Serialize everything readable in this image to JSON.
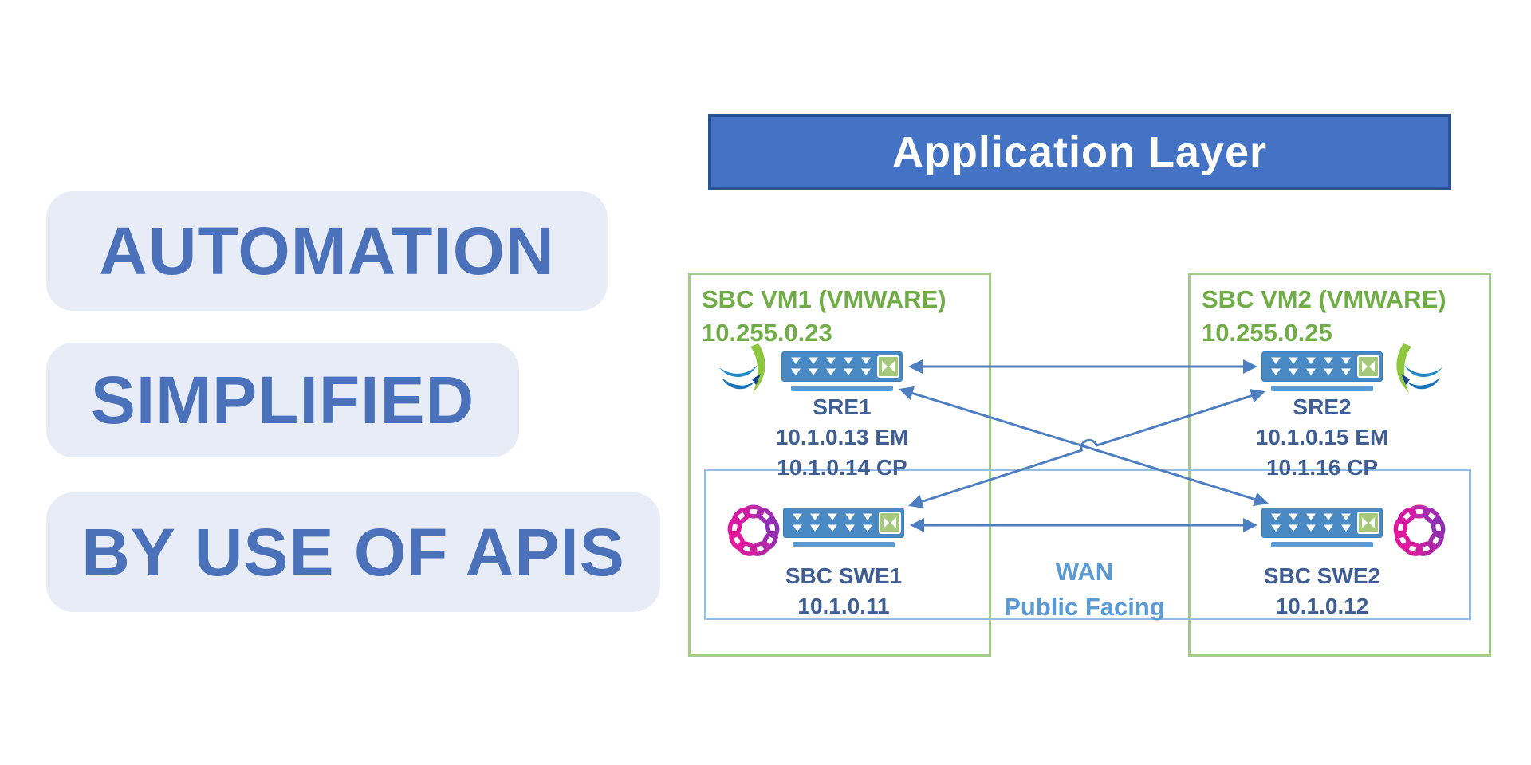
{
  "headline": {
    "lines": [
      "AUTOMATION",
      "SIMPLIFIED",
      "BY USE OF APIS"
    ]
  },
  "diagram": {
    "title": "Application Layer",
    "vm1": {
      "name": "SBC VM1 (VMWARE)",
      "ip": "10.255.0.23"
    },
    "vm2": {
      "name": "SBC VM2 (VMWARE)",
      "ip": "10.255.0.25"
    },
    "wan": {
      "label": "WAN",
      "sublabel": "Public Facing"
    },
    "nodes": {
      "sre1": {
        "name": "SRE1",
        "line1": "10.1.0.13 EM",
        "line2": "10.1.0.14 CP"
      },
      "sre2": {
        "name": "SRE2",
        "line1": "10.1.0.15 EM",
        "line2": "10.1.16 CP"
      },
      "swe1": {
        "name": "SBC SWE1",
        "line1": "10.1.0.11"
      },
      "swe2": {
        "name": "SBC SWE2",
        "line1": "10.1.0.12"
      }
    },
    "icons": {
      "appliance": "network-appliance-icon",
      "vendor_swoosh": "ribbon-swoosh-logo-icon",
      "vendor_ring": "link-ring-logo-icon"
    },
    "colors": {
      "header_fill": "#4472c4",
      "header_border": "#2b5292",
      "vm_border": "#a3cc8a",
      "vm_text": "#70ad47",
      "wan_border": "#95bde4",
      "wan_text": "#5b9bd5",
      "node_text": "#3f5e93",
      "arrow": "#4d7ebf",
      "appliance_fill": "#4a8ac4",
      "appliance_chip": "#a5c97a",
      "headline_text": "#4a71b9",
      "headline_pill_bg": "#e7ecf7"
    }
  }
}
